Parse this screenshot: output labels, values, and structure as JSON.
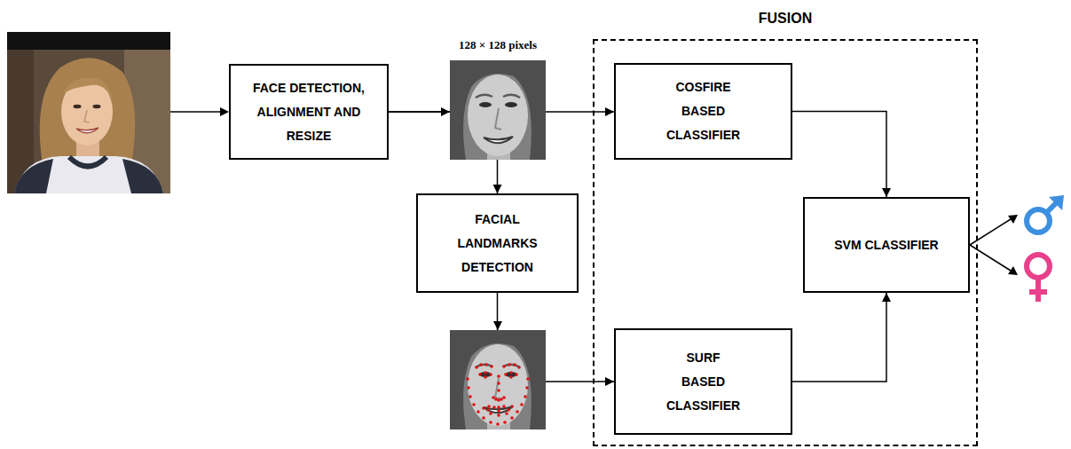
{
  "diagram": {
    "nodes": [
      {
        "text": [
          "FACE DETECTION, ALIGNMENT AND RESIZE"
        ]
      },
      {
        "text": [
          "FACIAL LANDMARKS DETECTION"
        ]
      },
      {
        "text": [
          "FUSION"
        ]
      },
      {
        "text": [
          "COSFIRE BASED CLASSIFIER"
        ],
        "in": 2
      },
      {
        "text": [
          "SURF BASED CLASSIFIER"
        ],
        "in": 2
      },
      {
        "text": [
          "SVM CLASSIFIER"
        ],
        "in": 2
      }
    ],
    "edges": [
      {
        "from": 0,
        "to": 3,
        "arrow": "to"
      },
      {
        "from": 0,
        "to": 1,
        "arrow": "to"
      },
      {
        "from": 1,
        "to": 4,
        "arrow": "to"
      },
      {
        "from": 3,
        "to": 5,
        "arrow": "to"
      },
      {
        "from": 4,
        "to": 5,
        "arrow": "to"
      }
    ],
    "labels": [
      "128 × 128 pixels"
    ]
  }
}
